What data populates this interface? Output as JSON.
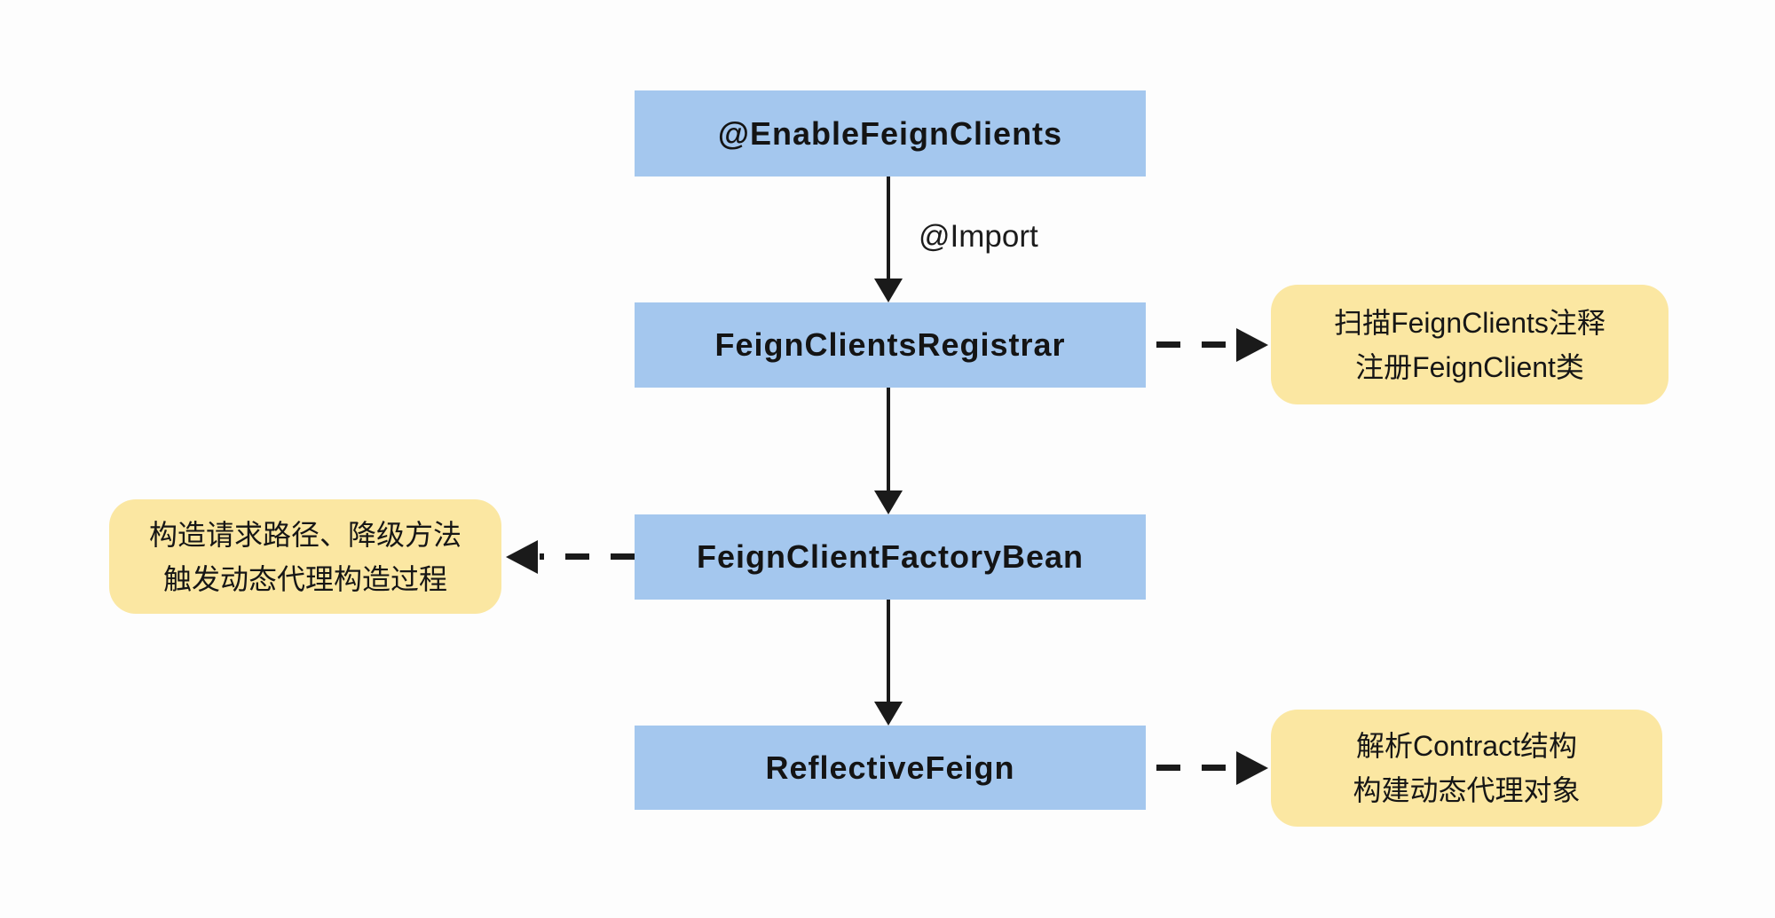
{
  "diagram": {
    "title_context": "Feign client bootstrap flow",
    "nodes": [
      {
        "id": "enable-feign-clients",
        "label": "@EnableFeignClients"
      },
      {
        "id": "feign-clients-registrar",
        "label": "FeignClientsRegistrar"
      },
      {
        "id": "feign-client-factory-bean",
        "label": "FeignClientFactoryBean"
      },
      {
        "id": "reflective-feign",
        "label": "ReflectiveFeign"
      }
    ],
    "edges": [
      {
        "from": "enable-feign-clients",
        "to": "feign-clients-registrar",
        "label": "@Import",
        "style": "solid-down"
      },
      {
        "from": "feign-clients-registrar",
        "to": "feign-client-factory-bean",
        "label": "",
        "style": "solid-down"
      },
      {
        "from": "feign-client-factory-bean",
        "to": "reflective-feign",
        "label": "",
        "style": "solid-down"
      }
    ],
    "notes": [
      {
        "id": "note-registrar",
        "attached_to": "feign-clients-registrar",
        "side": "right",
        "lines": [
          "扫描FeignClients注释",
          "注册FeignClient类"
        ]
      },
      {
        "id": "note-factory",
        "attached_to": "feign-client-factory-bean",
        "side": "left",
        "lines": [
          "构造请求路径、降级方法",
          "触发动态代理构造过程"
        ]
      },
      {
        "id": "note-reflective",
        "attached_to": "reflective-feign",
        "side": "right",
        "lines": [
          "解析Contract结构",
          "构建动态代理对象"
        ]
      }
    ],
    "colors": {
      "node_fill": "#a4c7ee",
      "note_fill": "#fbe7a2",
      "arrow": "#1a1a1a",
      "text": "#141414",
      "background": "#fdfdfd"
    }
  }
}
